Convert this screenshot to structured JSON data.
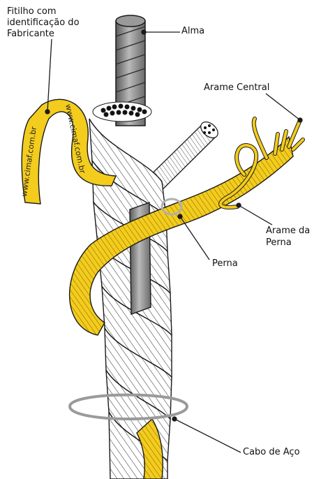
{
  "labels": {
    "fitilho": "Fitilho com identificação do Fabricante",
    "alma": "Alma",
    "arame_central": "Arame Central",
    "arame_da_perna": "Arame da Perna",
    "perna": "Perna",
    "cabo_de_aco": "Cabo de Aço"
  },
  "tape_text": {
    "tape_left": "www.cimaf.com.br",
    "tape_right": "www.cimaf.com.br"
  },
  "colors": {
    "strand_yellow": "#f3cc1d",
    "core_gray": "#8a8a8a",
    "wire_white": "#ffffff",
    "outline": "#1a1a1a"
  }
}
